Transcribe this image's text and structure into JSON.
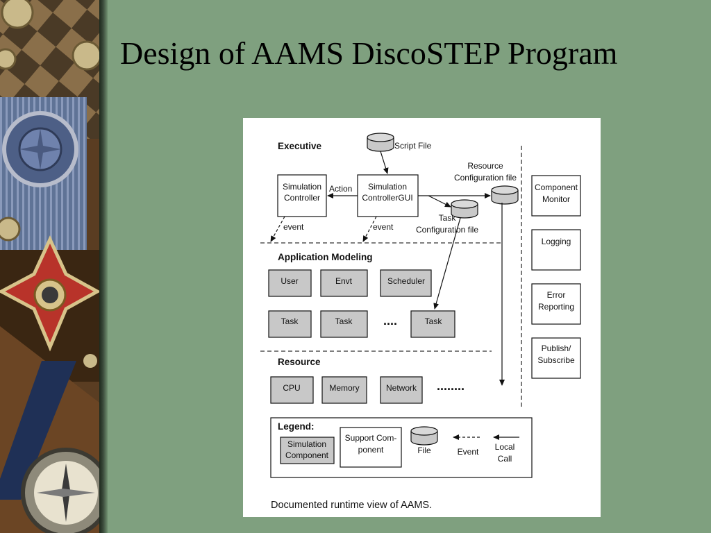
{
  "slide": {
    "title": "Design of AAMS DiscoSTEP Program"
  },
  "diagram": {
    "sections": {
      "executive": "Executive",
      "application": "Application Modeling",
      "resource": "Resource",
      "legend": "Legend:"
    },
    "executive": {
      "script_file": "Script File",
      "sim_controller": [
        "Simulation",
        "Controller"
      ],
      "sim_gui": [
        "Simulation",
        "ControllerGUI"
      ],
      "action": "Action",
      "event_1": "event",
      "event_2": "event",
      "resource_config": [
        "Resource",
        "Configuration file"
      ],
      "task_config": [
        "Task",
        "Configuration file"
      ]
    },
    "services": {
      "component_monitor": [
        "Component",
        "Monitor"
      ],
      "logging": "Logging",
      "error_reporting": [
        "Error",
        "Reporting"
      ],
      "publish_subscribe": [
        "Publish/",
        "Subscribe"
      ]
    },
    "application": {
      "user": "User",
      "envt": "Envt",
      "scheduler": "Scheduler",
      "task_1": "Task",
      "task_2": "Task",
      "dots": "....",
      "task_3": "Task"
    },
    "resource": {
      "cpu": "CPU",
      "memory": "Memory",
      "network": "Network",
      "dots": "........"
    },
    "legend": {
      "simulation_component": [
        "Simulation",
        "Component"
      ],
      "support_component": [
        "Support Com-",
        "ponent"
      ],
      "file": "File",
      "event": "Event",
      "local_call": [
        "Local",
        "Call"
      ]
    },
    "caption": "Documented runtime view of AAMS.",
    "colors": {
      "gray_box": "#c8c8c8",
      "file_cylinder": "#c9c9c9",
      "background": "#7fa07f"
    }
  }
}
